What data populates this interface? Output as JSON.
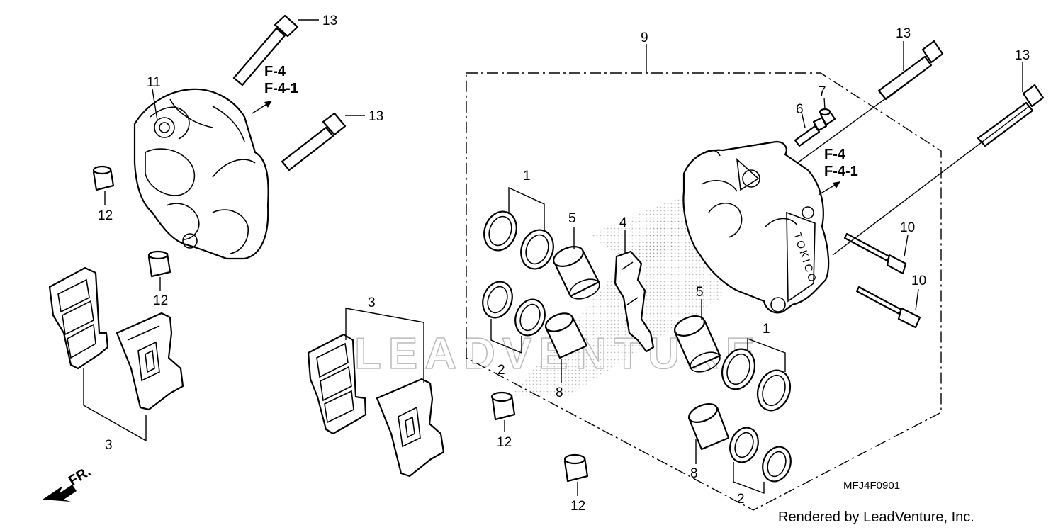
{
  "diagram": {
    "callouts": {
      "c1_left": "1",
      "c1_right": "1",
      "c2_left": "2",
      "c2_right": "2",
      "c3_left": "3",
      "c3_center": "3",
      "c4": "4",
      "c5_left": "5",
      "c5_right": "5",
      "c6": "6",
      "c7": "7",
      "c8_left": "8",
      "c8_right": "8",
      "c9": "9",
      "c10_a": "10",
      "c10_b": "10",
      "c11": "11",
      "c12_a": "12",
      "c12_b": "12",
      "c12_c": "12",
      "c12_d": "12",
      "c13_a": "13",
      "c13_b": "13",
      "c13_c": "13",
      "c13_d": "13"
    },
    "references": {
      "left_line1": "F-4",
      "left_line2": "F-4-1",
      "right_line1": "F-4",
      "right_line2": "F-4-1"
    },
    "caliper_brand": "TOKICO",
    "front_marker": "FR.",
    "diagram_code": "MFJ4F0901",
    "credit": "Rendered by LeadVenture, Inc.",
    "watermark": "LEADVENTURE"
  }
}
